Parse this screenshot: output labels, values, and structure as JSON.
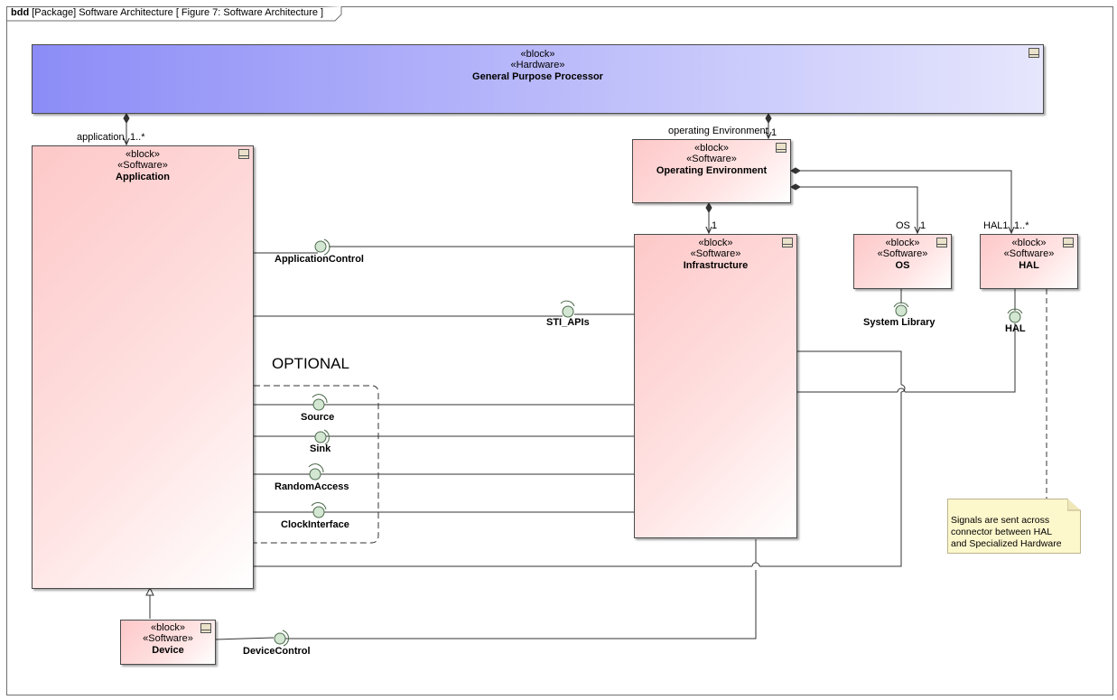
{
  "frame": {
    "kind": "bdd",
    "label": "[Package] Software Architecture [ Figure 7: Software Architecture ]"
  },
  "blocks": {
    "gpp": {
      "stereotypes": [
        "«block»",
        "«Hardware»"
      ],
      "name": "General Purpose Processor"
    },
    "application": {
      "stereotypes": [
        "«block»",
        "«Software»"
      ],
      "name": "Application"
    },
    "operating_env": {
      "stereotypes": [
        "«block»",
        "«Software»"
      ],
      "name": "Operating Environment"
    },
    "infrastructure": {
      "stereotypes": [
        "«block»",
        "«Software»"
      ],
      "name": "Infrastructure"
    },
    "os": {
      "stereotypes": [
        "«block»",
        "«Software»"
      ],
      "name": "OS"
    },
    "hal": {
      "stereotypes": [
        "«block»",
        "«Software»"
      ],
      "name": "HAL"
    },
    "device": {
      "stereotypes": [
        "«block»",
        "«Software»"
      ],
      "name": "Device"
    }
  },
  "interfaces": {
    "application_control": "ApplicationControl",
    "sti_apis": "STI_APIs",
    "source": "Source",
    "sink": "Sink",
    "random_access": "RandomAccess",
    "clock_interface": "ClockInterface",
    "system_library": "System Library",
    "hal": "HAL",
    "device_control": "DeviceControl"
  },
  "role_labels": {
    "application_role": "application",
    "application_mult": "1..*",
    "openv_role": "operating Environment",
    "openv_mult": "1",
    "infra_mult": "1",
    "os_role": "OS",
    "os_mult": "1",
    "hal_role": "HAL1",
    "hal_mult": "1..*"
  },
  "optional_label": "OPTIONAL",
  "note": {
    "lines": [
      "Signals are sent across",
      "connector between HAL",
      "and Specialized Hardware"
    ]
  },
  "colors": {
    "hardware_block": "#8c8cf7",
    "software_block": "#fdc8c8",
    "note_fill": "#fdf7cc",
    "interface_fill": "#cfe3cf"
  }
}
